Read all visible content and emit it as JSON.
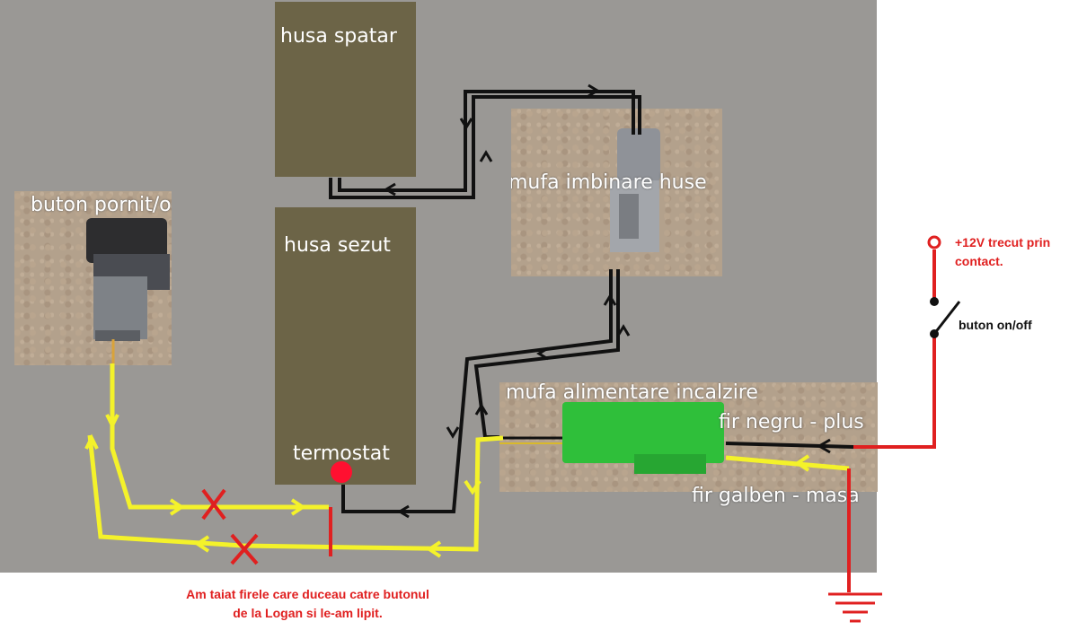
{
  "blocks": {
    "husa_spatar": "husa spatar",
    "husa_sezut": "husa sezut",
    "termostat": "termostat"
  },
  "photos": {
    "buton_pornit_oprit": "buton pornit/oprit",
    "mufa_imbinare_huse": "mufa imbinare huse",
    "mufa_alimentare": "mufa alimentare incalzire"
  },
  "wires": {
    "fir_negru": "fir negru - plus",
    "fir_galben": "fir galben - masa"
  },
  "circuit": {
    "supply_label": "+12V trecut prin contact.",
    "switch_label": "buton on/off"
  },
  "note": "Am taiat firele care duceau catre butonul de la Logan si le-am lipit.",
  "colors": {
    "block": "#6c6447",
    "background": "#9a9895",
    "yellow_wire": "#f4f22a",
    "black_wire": "#111111",
    "red_wire": "#e02020",
    "connector_green": "#2fbf3a"
  }
}
